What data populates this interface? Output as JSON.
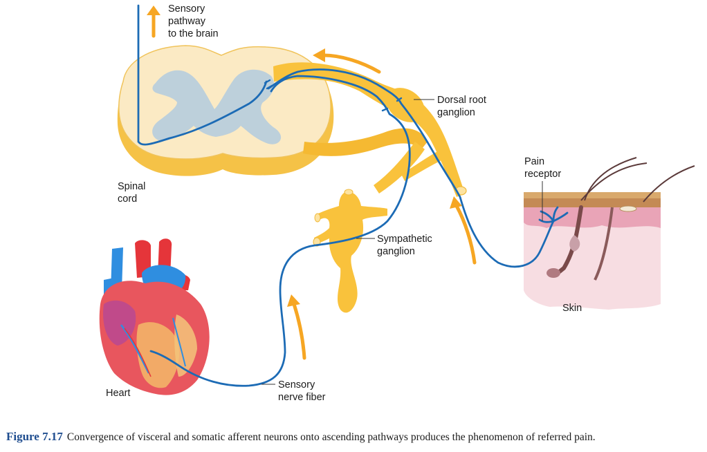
{
  "labels": {
    "sensory_pathway": [
      "Sensory",
      "pathway",
      "to the brain"
    ],
    "dorsal_root": [
      "Dorsal root",
      "ganglion"
    ],
    "spinal_cord": [
      "Spinal",
      "cord"
    ],
    "pain_receptor": [
      "Pain",
      "receptor"
    ],
    "sympathetic": [
      "Sympathetic",
      "ganglion"
    ],
    "skin": "Skin",
    "heart": "Heart",
    "sensory_nerve": [
      "Sensory",
      "nerve fiber"
    ]
  },
  "caption": {
    "number": "Figure 7.17",
    "text": "Convergence of visceral and somatic afferent neurons onto ascending pathways produces the phenomenon of referred pain."
  },
  "colors": {
    "nerve": "#f9c23c",
    "nerve_light": "#fde3a0",
    "nerve_fiber": "#1c6bb5",
    "arrow": "#f6a623",
    "spinal_white": "#fbeac4",
    "gray_matter": "#b9cfdc",
    "caption_number": "#1f4d8f"
  }
}
